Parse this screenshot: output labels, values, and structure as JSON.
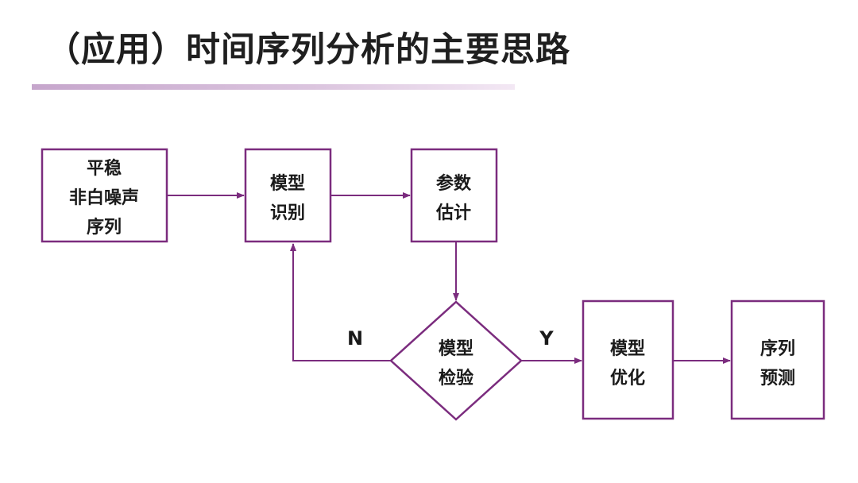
{
  "title": "（应用）时间序列分析的主要思路",
  "accent_color": "#7b2c7e",
  "nodes": {
    "input": [
      "平稳",
      "非白噪声",
      "序列"
    ],
    "identify": [
      "模型",
      "识别"
    ],
    "estimate": [
      "参数",
      "估计"
    ],
    "check": [
      "模型",
      "检验"
    ],
    "optimize": [
      "模型",
      "优化"
    ],
    "forecast": [
      "序列",
      "预测"
    ]
  },
  "edge_labels": {
    "no": "N",
    "yes": "Y"
  }
}
